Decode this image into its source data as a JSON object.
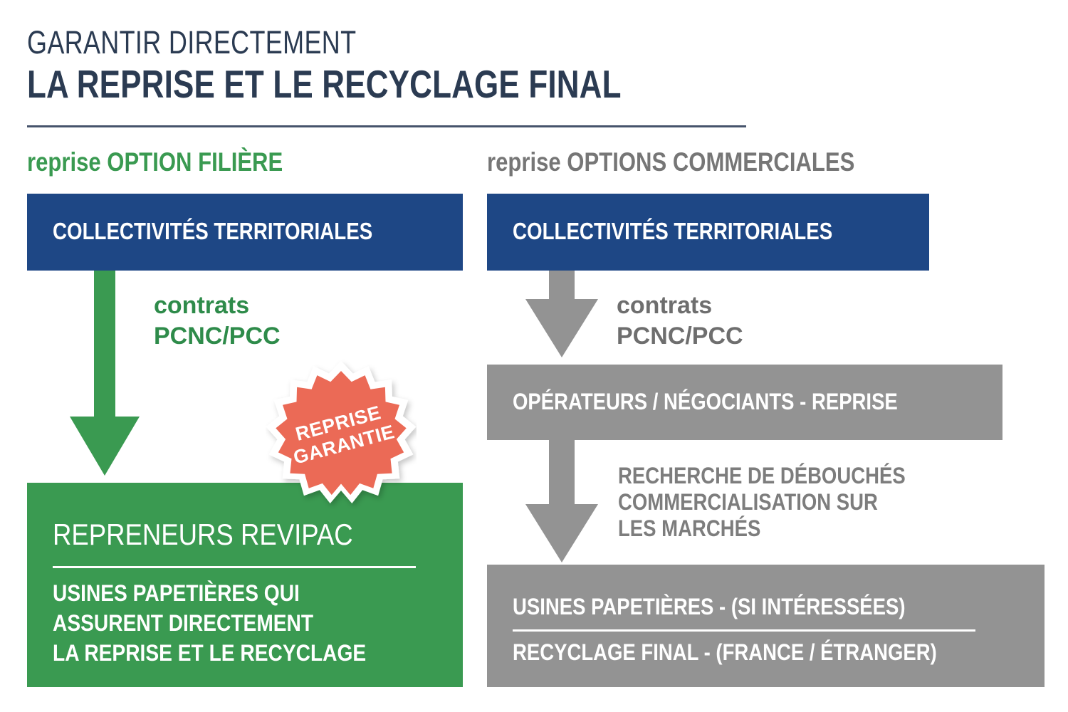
{
  "title": {
    "line1": "GARANTIR DIRECTEMENT",
    "line2": "LA REPRISE ET LE RECYCLAGE FINAL"
  },
  "colors": {
    "navy": "#1e4785",
    "green": "#3a9a51",
    "gray": "#939393",
    "badge_red": "#eb6a57",
    "title_ink": "#2b3b52",
    "white": "#ffffff"
  },
  "columns": {
    "left": {
      "header_lead": "reprise ",
      "header_emph": "OPTION FILIÈRE",
      "top_box_label": "COLLECTIVITÉS TERRITORIALES",
      "arrow_annotation": "contrats\nPCNC/PCC",
      "result_box": {
        "title": "REPRENEURS REVIPAC",
        "body": "USINES PAPETIÈRES QUI\nASSURENT DIRECTEMENT\nLA REPRISE ET LE RECYCLAGE"
      }
    },
    "right": {
      "header_lead": "reprise ",
      "header_emph": "OPTIONS COMMERCIALES",
      "top_box_label": "COLLECTIVITÉS TERRITORIALES",
      "arrow_annotation_1": "contrats\nPCNC/PCC",
      "mid_box_label": "OPÉRATEURS / NÉGOCIANTS - REPRISE",
      "arrow_annotation_2": "RECHERCHE DE DÉBOUCHÉS\nCOMMERCIALISATION SUR\nLES MARCHÉS",
      "bottom_box": {
        "line1": "USINES PAPETIÈRES - (SI INTÉRESSÉES)",
        "line2": "RECYCLAGE FINAL - (FRANCE / ÉTRANGER)"
      }
    }
  },
  "badge": {
    "line1": "REPRISE",
    "line2": "GARANTIE"
  }
}
